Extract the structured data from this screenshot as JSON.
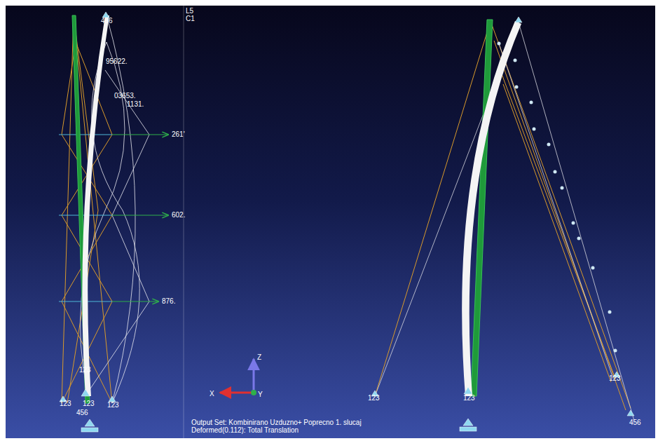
{
  "diagram": {
    "labels": [
      "L5",
      "C1",
      "456",
      "95622.",
      "03653.",
      "1131.",
      "261'",
      "602.",
      "876.",
      "123",
      "123",
      "123",
      "123",
      "456",
      "123",
      "123",
      "123",
      "456",
      "X",
      "Z",
      "Y",
      "Output Set: Kombinirano Uzduzno+ Poprecno 1. slucaj",
      "Deformed(0.112): Total Translation"
    ]
  }
}
